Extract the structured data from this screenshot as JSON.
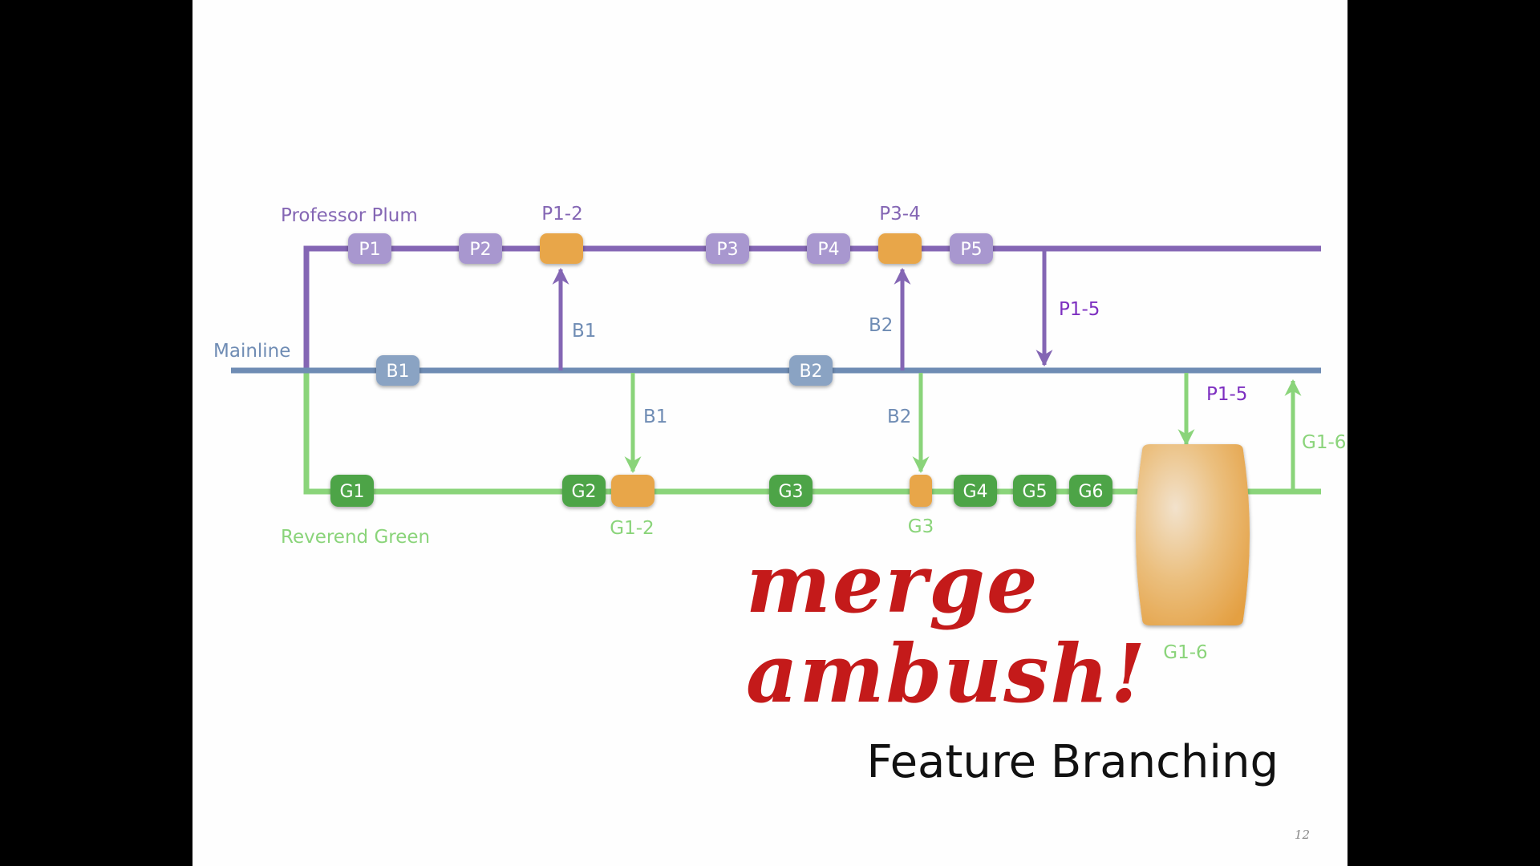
{
  "slide": {
    "title": "Feature Branching",
    "overlay_lines": [
      "merge",
      "ambush!"
    ],
    "overlay_color": "#c41a1a",
    "page_number": "12"
  },
  "colors": {
    "plum": "#8466b4",
    "mainline": "#6f8cb4",
    "green": "#8ad47a",
    "merge_node": "#e8a64a",
    "plum_node": "#a897cf",
    "green_node": "#4ea447",
    "mainline_node": "#8aa3c3"
  },
  "branches": {
    "plum": "Professor Plum",
    "mainline": "Mainline",
    "green": "Reverend Green"
  },
  "nodes": {
    "p1": "P1",
    "p2": "P2",
    "p3": "P3",
    "p4": "P4",
    "p5": "P5",
    "b1": "B1",
    "b2": "B2",
    "g1": "G1",
    "g2": "G2",
    "g3": "G3",
    "g4": "G4",
    "g5": "G5",
    "g6": "G6"
  },
  "merge_labels": {
    "p1_2": "P1-2",
    "p3_4": "P3-4",
    "g1_2": "G1-2",
    "g3": "G3",
    "g1_6": "G1-6"
  },
  "arrow_labels": {
    "b1_up": "B1",
    "b2_up": "B2",
    "p1_5_down": "P1-5",
    "b1_down": "B1",
    "b2_down": "B2",
    "p1_5_green": "P1-5",
    "g1_6_up": "G1-6"
  }
}
